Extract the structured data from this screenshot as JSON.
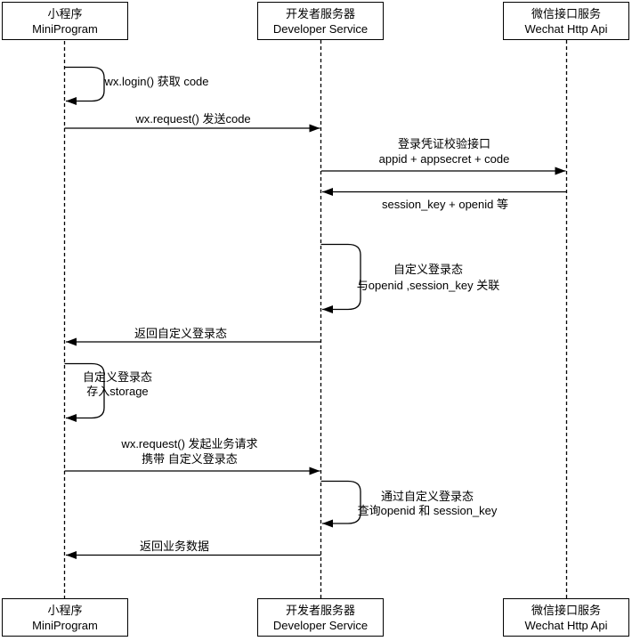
{
  "diagram_type": "sequence-diagram",
  "colors": {
    "line": "#000000",
    "text": "#000000",
    "box_fill": "#ffffff",
    "background": "#ffffff"
  },
  "participants": [
    {
      "id": "miniprogram",
      "line1": "小程序",
      "line2": "MiniProgram"
    },
    {
      "id": "developer-service",
      "line1": "开发者服务器",
      "line2": "Developer Service"
    },
    {
      "id": "wechat-http-api",
      "line1": "微信接口服务",
      "line2": "Wechat Http Api"
    }
  ],
  "messages": [
    {
      "type": "self",
      "on": "miniprogram",
      "line1": "wx.login() 获取 code"
    },
    {
      "type": "arrow",
      "from": "miniprogram",
      "to": "developer-service",
      "line1": "wx.request() 发送code"
    },
    {
      "type": "arrow",
      "from": "developer-service",
      "to": "wechat-http-api",
      "line1": "登录凭证校验接口",
      "line2": "appid + appsecret + code"
    },
    {
      "type": "arrow",
      "from": "wechat-http-api",
      "to": "developer-service",
      "line1": "session_key + openid 等"
    },
    {
      "type": "self",
      "on": "developer-service",
      "line1": "自定义登录态",
      "line2": "与openid ,session_key 关联"
    },
    {
      "type": "arrow",
      "from": "developer-service",
      "to": "miniprogram",
      "line1": "返回自定义登录态"
    },
    {
      "type": "self",
      "on": "miniprogram",
      "line1": "自定义登录态",
      "line2": "存入storage"
    },
    {
      "type": "arrow",
      "from": "miniprogram",
      "to": "developer-service",
      "line1": "wx.request() 发起业务请求",
      "line2": "携带 自定义登录态"
    },
    {
      "type": "self",
      "on": "developer-service",
      "line1": "通过自定义登录态",
      "line2": "查询openid 和 session_key"
    },
    {
      "type": "arrow",
      "from": "developer-service",
      "to": "miniprogram",
      "line1": "返回业务数据"
    }
  ]
}
